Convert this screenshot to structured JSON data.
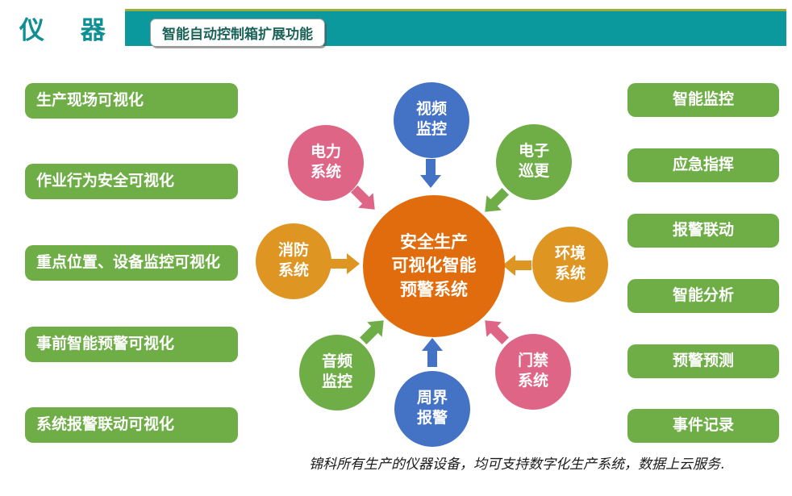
{
  "header": {
    "brand": "仪 器",
    "banner_label": "智能自动控制箱扩展功能"
  },
  "left_items": [
    "生产现场可视化",
    "作业行为安全可视化",
    "重点位置、设备监控可视化",
    "事前智能预警可视化",
    "系统报警联动可视化"
  ],
  "right_items": [
    "智能监控",
    "应急指挥",
    "报警联动",
    "智能分析",
    "预警预测",
    "事件记录"
  ],
  "hub": {
    "label": "安全生产\n可视化智能\n预警系统",
    "color": "#E16C0D"
  },
  "satellites": [
    {
      "label": "视频\n监控",
      "color": "#4472C4"
    },
    {
      "label": "电力\n系统",
      "color": "#DF6586"
    },
    {
      "label": "电子\n巡更",
      "color": "#6FAD47"
    },
    {
      "label": "消防\n系统",
      "color": "#DE9522"
    },
    {
      "label": "环境\n系统",
      "color": "#DE9522"
    },
    {
      "label": "音频\n监控",
      "color": "#6FAD47"
    },
    {
      "label": "周界\n报警",
      "color": "#4472C4"
    },
    {
      "label": "门禁\n系统",
      "color": "#DF6586"
    }
  ],
  "footer": {
    "note": "锦科所有生产的仪器设备，均可支持数字化生产系统，数据上云服务."
  },
  "colors": {
    "teal_banner": "#0B999E",
    "olive_accent": "#9AAE3B",
    "green_box": "#6FAD47",
    "brand_text": "#0E8F94",
    "banner_label_text": "#1B6358"
  }
}
